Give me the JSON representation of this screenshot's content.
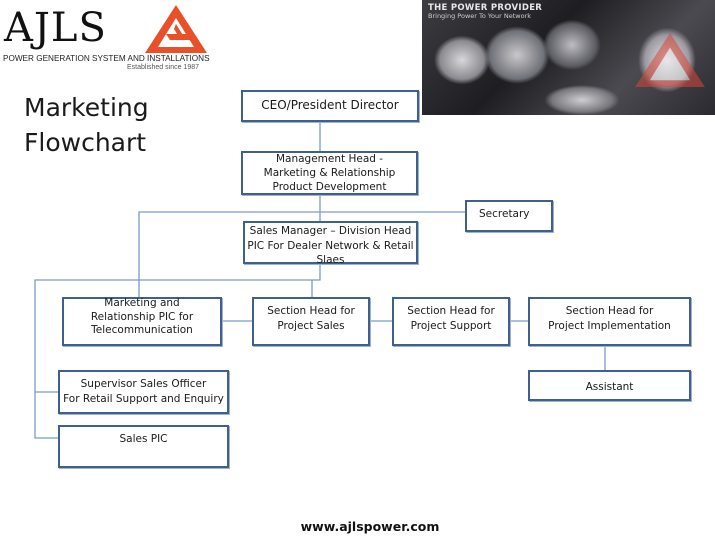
{
  "logo": {
    "brand": "AJLS",
    "tagline": "POWER GENERATION SYSTEM AND INSTALLATIONS",
    "established": "Established since 1987",
    "colors": {
      "mark": "#e8502a",
      "text": "#111111"
    }
  },
  "hero": {
    "title": "THE POWER PROVIDER",
    "tagline": "Bringing Power To Your Network"
  },
  "page_title": "Marketing\nFlowchart",
  "chart": {
    "border_color": "#3f5f8f",
    "connector_color": "#7b9cc9",
    "nodes": {
      "ceo": "CEO/President Director",
      "management_head": "Management Head  -\nMarketing & Relationship\nProduct  Development",
      "secretary": "Secretary",
      "sales_manager": "Sales Manager – Division Head\nPIC For Dealer Network & Retail\nSlaes",
      "marketing_relationship": "Marketing and\nRelationship PIC for\nTelecommunication",
      "project_sales": "Section Head for\nProject Sales",
      "project_support": "Section Head for\nProject Support",
      "project_implementation": "Section Head for\nProject Implementation",
      "assistant": "Assistant",
      "supervisor_sales": "Supervisor Sales Officer\nFor Retail Support and Enquiry",
      "sales_pic": "Sales PIC"
    }
  },
  "footer": {
    "url": "www.ajlspower.com"
  }
}
